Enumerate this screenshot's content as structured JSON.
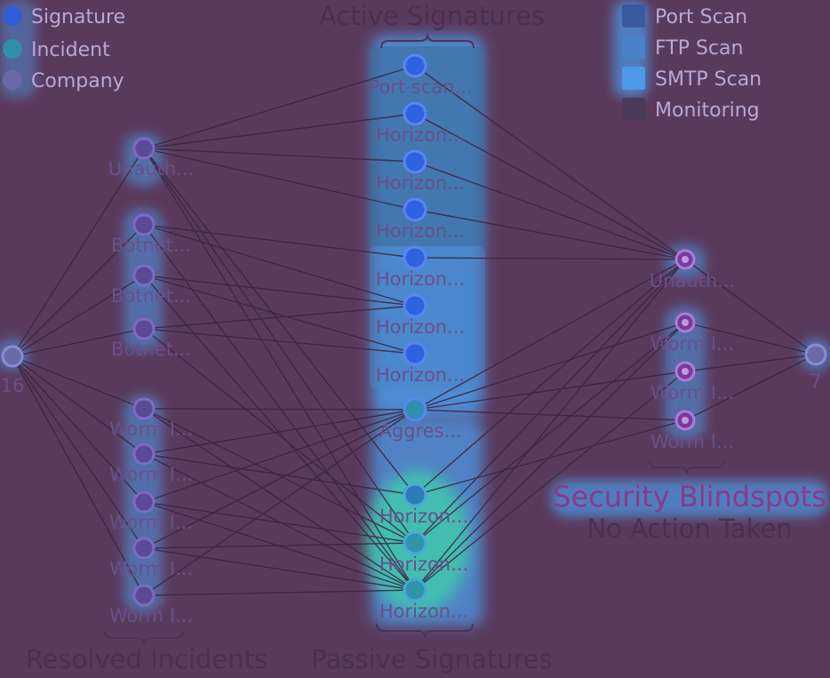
{
  "legend_left": [
    {
      "label": "Signature",
      "color": "#2f5fd8"
    },
    {
      "label": "Incident",
      "color": "#2f8fa8"
    },
    {
      "label": "Company",
      "color": "#6a6aa8"
    }
  ],
  "legend_right": [
    {
      "label": "Port Scan",
      "color": "#3a5aa0"
    },
    {
      "label": "FTP Scan",
      "color": "#4a82c8"
    },
    {
      "label": "SMTP Scan",
      "color": "#4f9ae8"
    },
    {
      "label": "Monitoring",
      "color": "#4c3a5a"
    }
  ],
  "titles": {
    "active": "Active Signatures",
    "passive": "Passive Signatures",
    "resolved": "Resolved Incidents",
    "blindspots": "Security Blindspots",
    "blindspots_sub": "No Action Taken"
  },
  "nodes": {
    "company_left": {
      "label": "16"
    },
    "company_right": {
      "label": "7"
    },
    "resolved": [
      "Unauth...",
      "Botnet...",
      "Botnet...",
      "Botnet...",
      "Worm I...",
      "Worm I...",
      "Worm I...",
      "Worm I...",
      "Worm I..."
    ],
    "active": [
      "Port scan...",
      "Horizon...",
      "Horizon...",
      "Horizon...",
      "Horizon...",
      "Horizon...",
      "Horizon...",
      "Aggres..."
    ],
    "passive": [
      "Horizon...",
      "Horizon...",
      "Horizon..."
    ],
    "blind": [
      "Unauth...",
      "Worm I...",
      "Worm I...",
      "Worm I..."
    ]
  }
}
